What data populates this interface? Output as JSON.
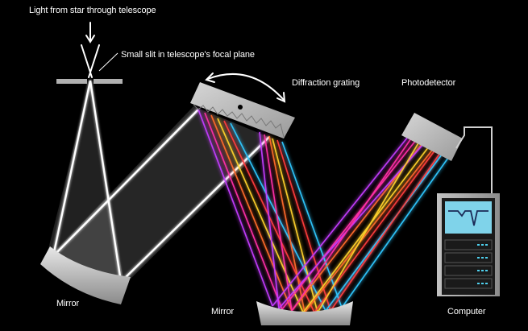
{
  "labels": {
    "light_source": "Light from star through telescope",
    "slit": "Small slit in telescope's focal plane",
    "grating": "Diffraction grating",
    "detector": "Photodetector",
    "mirror_left": "Mirror",
    "mirror_bottom": "Mirror",
    "computer": "Computer"
  },
  "colors": {
    "background": "#000000",
    "beam": "#ffffff",
    "component": "#c8c8c8",
    "screen": "#7fd3ea",
    "spectrum": [
      "#c43cff",
      "#ff2fa8",
      "#ff6a2a",
      "#ffd12b",
      "#ff3d3d",
      "#2ec7ff"
    ]
  },
  "icons": [
    "grating-rotation-arrow-icon",
    "spectrum-graph-icon"
  ]
}
